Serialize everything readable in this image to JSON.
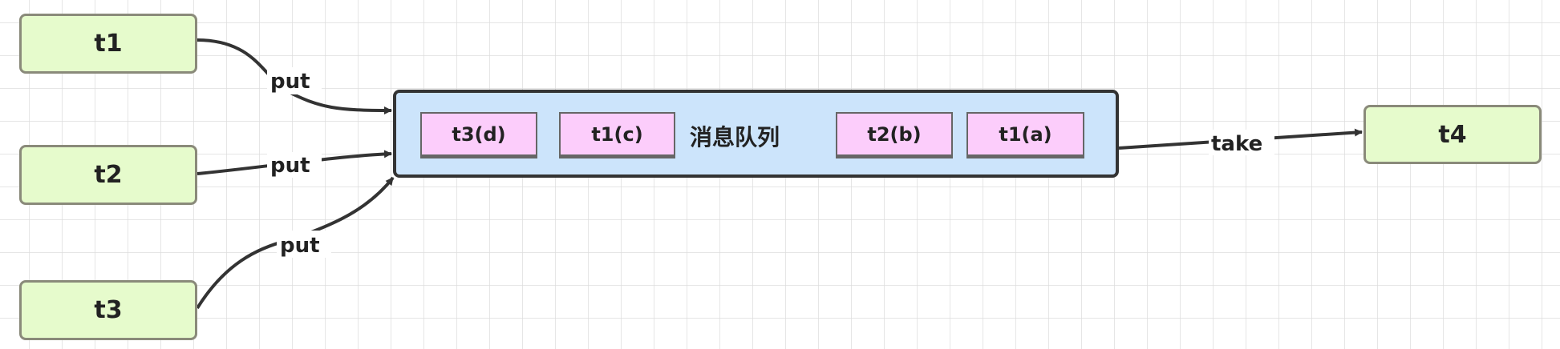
{
  "threads": {
    "t1": "t1",
    "t2": "t2",
    "t3": "t3",
    "t4": "t4"
  },
  "queue": {
    "label": "消息队列",
    "items": [
      "t3(d)",
      "t1(c)",
      "t2(b)",
      "t1(a)"
    ]
  },
  "edges": {
    "put1": "put",
    "put2": "put",
    "put3": "put",
    "take": "take"
  },
  "colors": {
    "thread": "#e6fbcc",
    "queue": "#cce4fb",
    "item": "#fccdfb"
  }
}
